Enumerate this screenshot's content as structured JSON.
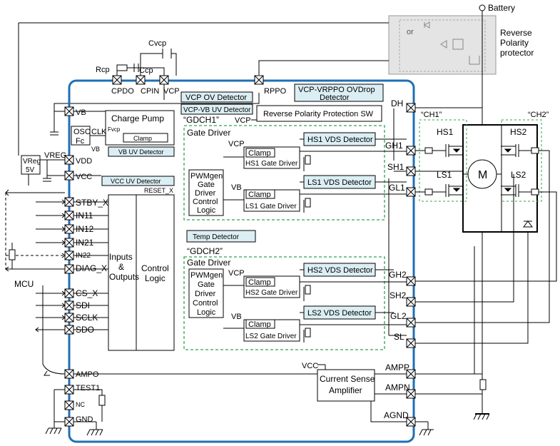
{
  "labels": {
    "battery": "Battery",
    "rp_line1": "Reverse",
    "rp_line2": "Polarity",
    "rp_line3": "protector",
    "or": "or",
    "cvcp": "Cvcp",
    "rcp": "Rcp",
    "ccp": "Ccp",
    "cpdo": "CPDO",
    "cpin": "CPIN",
    "vcp": "VCP",
    "rppo": "RPPO",
    "vb_pin": "VB",
    "charge_pump": "Charge Pump",
    "fvcp": "Fvcp",
    "clamp": "Clamp",
    "osc_line1": "OSC",
    "osc_line2": "Fc",
    "clk": "CLK",
    "vb_small": "VB",
    "vcp_ov": "VCP OV Detector",
    "vcp_vb_uv": "VCP-VB UV Detector",
    "vcp_vrppo_1": "VCP-VRPPO OVDrop",
    "vcp_vrppo_2": "Detector",
    "rpp_sw": "Reverse Polarity Protection SW",
    "gdch1": "“GDCH1”",
    "vcp_label": "VCP",
    "gate_driver": "Gate Driver",
    "vb_uv": "VB UV Detector",
    "vreg_box_1": "VReg",
    "vreg_box_2": "5V",
    "vreg_pin": "VREG",
    "vdd_pin": "VDD",
    "vcc_pin": "VCC",
    "vcc_uv": "VCC UV Detector",
    "reset_x": "RESET_X",
    "pwmgen_1": "PWMgen",
    "pwmgen_2": "Gate",
    "pwmgen_3": "Driver",
    "pwmgen_4": "Control",
    "pwmgen_5": "Logic",
    "hs1_vds": "HS1 VDS Detector",
    "ls1_vds": "LS1 VDS Detector",
    "hs2_vds": "HS2 VDS Detector",
    "ls2_vds": "LS2 VDS Detector",
    "hs1_gd": "HS1 Gate Driver",
    "ls1_gd": "LS1 Gate Driver",
    "hs2_gd": "HS2 Gate Driver",
    "ls2_gd": "LS2 Gate Driver",
    "vcp_small": "VCP",
    "vb_small2": "VB",
    "temp": "Temp Detector",
    "gdch2": "“GDCH2”",
    "inputs_1": "Inputs",
    "inputs_2": "&",
    "inputs_3": "Outputs",
    "control_1": "Control",
    "control_2": "Logic",
    "mcu": "MCU",
    "stby": "STBY_X",
    "in11": "IN11",
    "in12": "IN12",
    "in21": "IN21",
    "in22": "IN22",
    "diag": "DIAG_X",
    "cs": "CS_X",
    "sdi": "SDI",
    "sclk": "SCLK",
    "sdo": "SDO",
    "ampo": "AMPO",
    "test1": "TEST1",
    "nc": "NC",
    "gnd": "GND",
    "dh": "DH",
    "gh1": "GH1",
    "sh1": "SH1",
    "gl1": "GL1",
    "gh2": "GH2",
    "sh2": "SH2",
    "gl2": "GL2",
    "sl": "SL",
    "ampp": "AMPP",
    "ampn": "AMPN",
    "agnd": "AGND",
    "vcc_amp": "VCC",
    "csa_1": "Current Sense",
    "csa_2": "Amplifier",
    "ch1": "“CH1”",
    "ch2": "“CH2”",
    "hs1": "HS1",
    "ls1": "LS1",
    "hs2": "HS2",
    "ls2": "LS2",
    "motor": "M"
  },
  "colors": {
    "ic_border": "#1f6fb5",
    "detector_fill": "#dbeef4",
    "group_dash": "#2ea44f",
    "protector_fill": "#e4e4e4"
  }
}
